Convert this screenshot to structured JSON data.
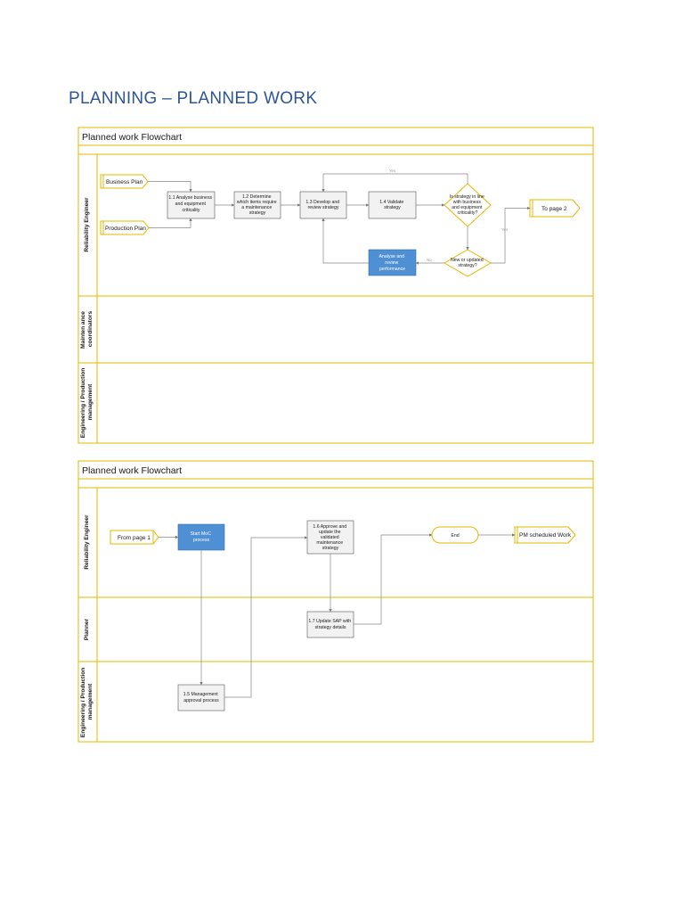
{
  "page_title": "PLANNING – PLANNED WORK",
  "flowchart1": {
    "title": "Planned work Flowchart",
    "lanes": [
      "Reliability Engineer",
      "Maintenance coordinators",
      "Engineering / Production management"
    ],
    "inputs": {
      "business_plan": "Business Plan",
      "production_plan": "Production Plan"
    },
    "steps": {
      "s11": [
        "1.1 Analyse business",
        "and equipment",
        "criticality"
      ],
      "s12": [
        "1.2 Determine",
        "which items require",
        "a maintenance",
        "strategy"
      ],
      "s13": [
        "1.3 Develop and",
        "review strategy"
      ],
      "s14": [
        "1.4 Validate",
        "strategy"
      ],
      "analyse": [
        "Analyse and",
        "review",
        "performance"
      ]
    },
    "decisions": {
      "d1": [
        "Is strategy in line",
        "with business",
        "and equipment",
        "criticality?"
      ],
      "d2": [
        "New or updated",
        "strategy?"
      ]
    },
    "edge_labels": {
      "yes_top": "Yes",
      "yes_right": "Yes",
      "no": "No"
    },
    "to_page": "To page 2"
  },
  "flowchart2": {
    "title": "Planned work Flowchart",
    "lanes": [
      "Reliability Engineer",
      "Planner",
      "Engineering / Production management"
    ],
    "from_page": "From page 1",
    "steps": {
      "moc": [
        "Start MoC",
        "process"
      ],
      "s16": [
        "1.6 Approve and",
        "update the",
        "validated",
        "maintenance",
        "strategy"
      ],
      "s17": [
        "1.7 Update SAP with",
        "strategy details"
      ],
      "s15": [
        "1.5 Management",
        "approval process"
      ]
    },
    "end_label": "End",
    "pm_scheduled": "PM scheduled Work"
  },
  "colors": {
    "title": "#2e5597",
    "frame": "#e6b800",
    "blue_box": "#4f8fd3",
    "box": "#f2f2f2"
  }
}
